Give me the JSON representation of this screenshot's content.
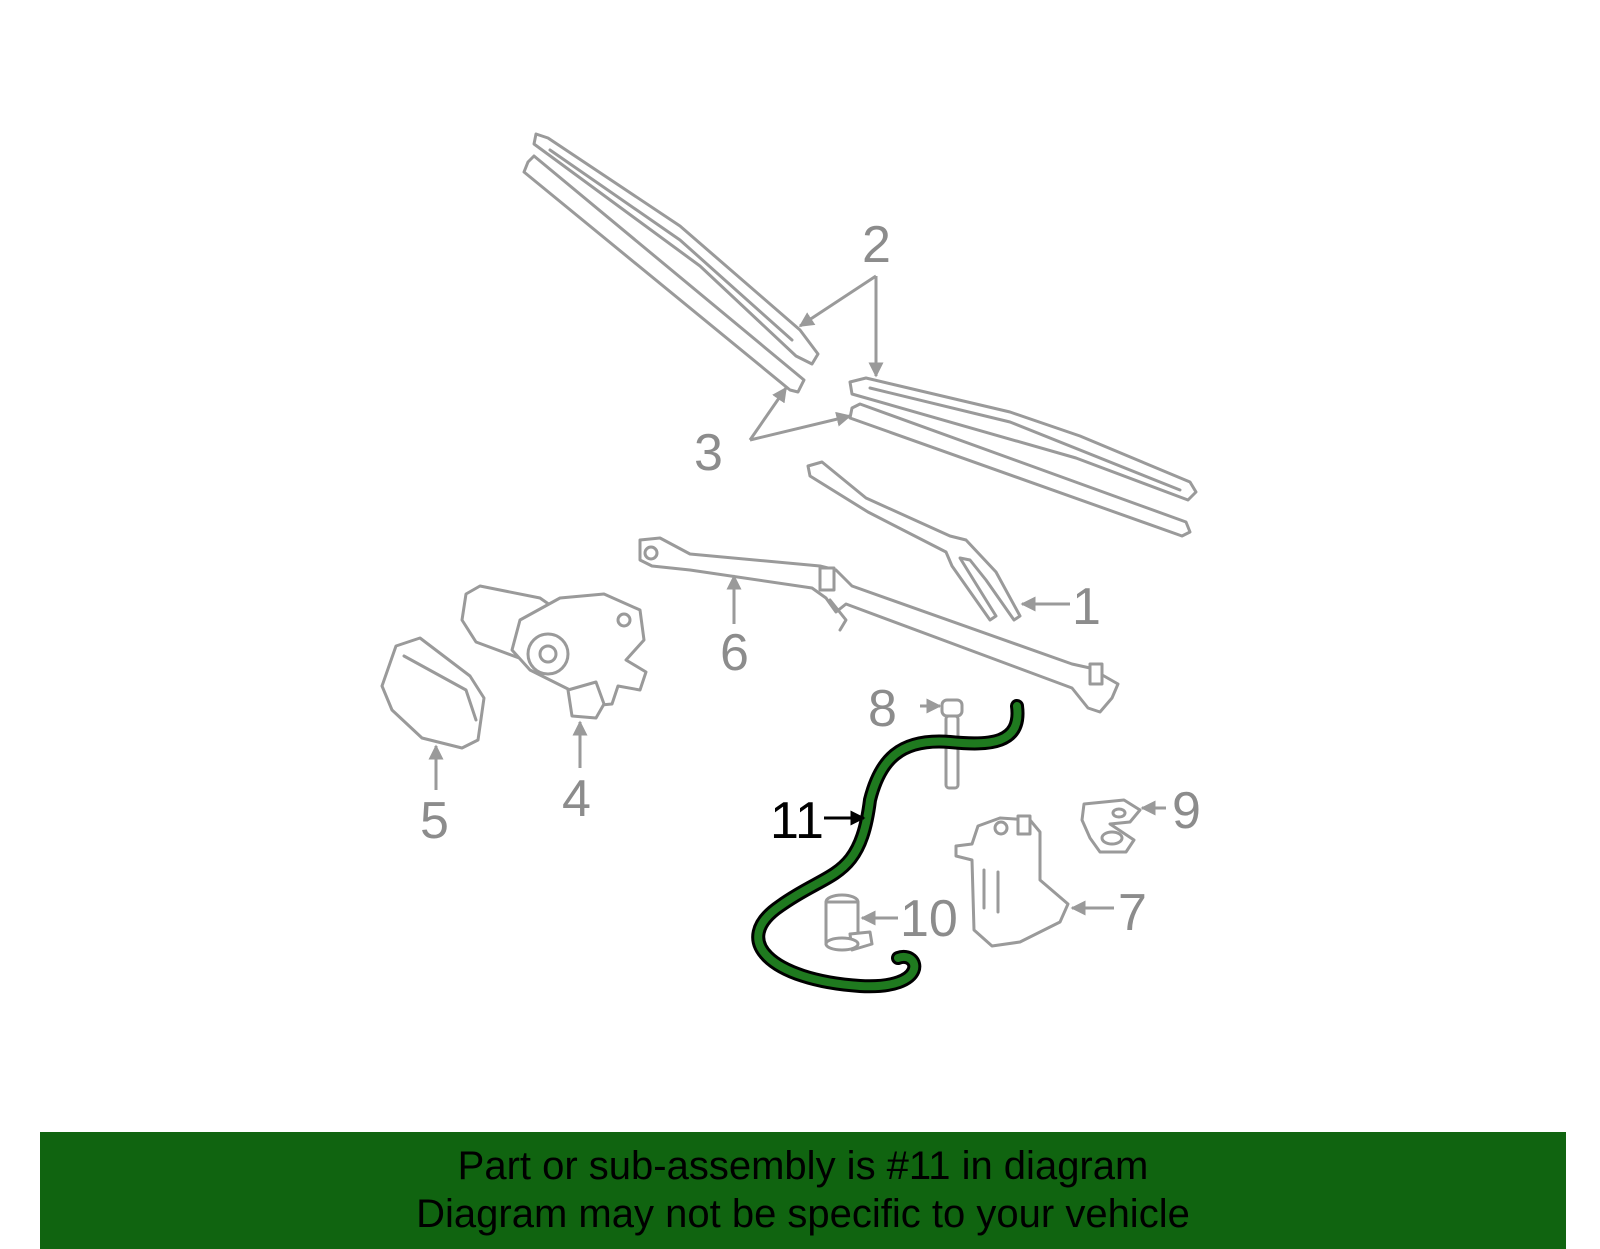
{
  "diagram": {
    "callouts": [
      "1",
      "2",
      "3",
      "4",
      "5",
      "6",
      "7",
      "8",
      "9",
      "10",
      "11"
    ],
    "highlighted_callout": "11",
    "colors": {
      "part_stroke": "#9a9a9a",
      "label": "#8c8c8c",
      "highlight_fill": "#1f7a1f",
      "highlight_outline": "#000000",
      "banner_background": "#106410"
    }
  },
  "banner": {
    "line1": "Part or sub-assembly is #11 in diagram",
    "line2": "Diagram may not be specific to your vehicle"
  }
}
